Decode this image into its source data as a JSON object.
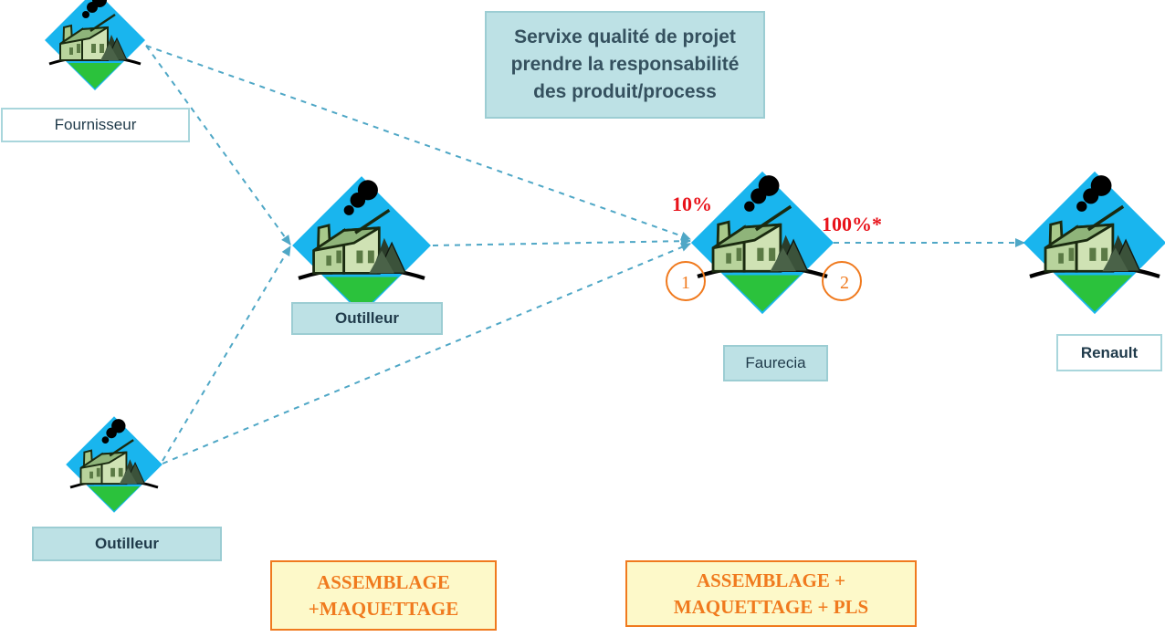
{
  "title_box": "Servixe qualité de projet\nprendre la responsabilité\ndes produit/process",
  "nodes": {
    "fournisseur": "Fournisseur",
    "outilleur_top": "Outilleur",
    "outilleur_bottom": "Outilleur",
    "faurecia": "Faurecia",
    "renault": "Renault"
  },
  "percent_in": "10%",
  "percent_out": "100%*",
  "markers": {
    "one": "1",
    "two": "2"
  },
  "notes": {
    "left": "ASSEMBLAGE\n+MAQUETTAGE",
    "right": "ASSEMBLAGE +\nMAQUETTAGE + PLS"
  },
  "icon": "factory-icon",
  "colors": {
    "diamond": "#19b5ee",
    "ground": "#2bc23c",
    "arrow": "#4fa7c6",
    "accent": "#f07a1e",
    "percent": "#e8121a"
  }
}
